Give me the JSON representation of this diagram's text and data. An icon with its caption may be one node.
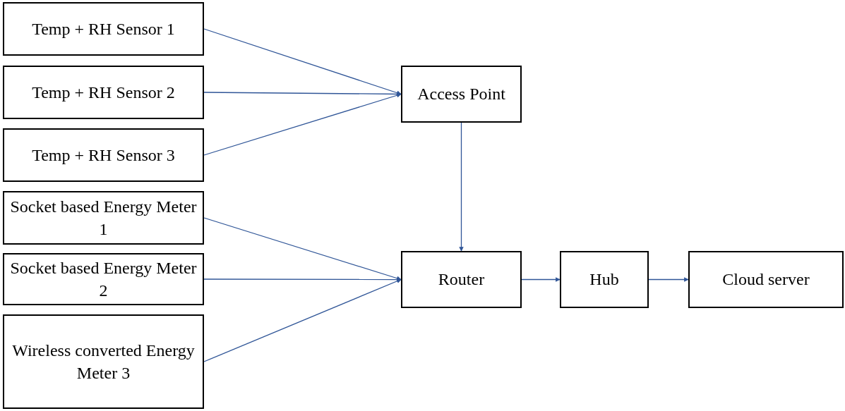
{
  "diagram": {
    "nodes": [
      {
        "text": [
          "Temp + RH Sensor 1"
        ]
      },
      {
        "text": [
          "Temp + RH Sensor 2"
        ]
      },
      {
        "text": [
          "Temp + RH Sensor 3"
        ]
      },
      {
        "text": [
          "Socket based Energy Meter 1"
        ]
      },
      {
        "text": [
          "Socket based Energy Meter 2"
        ]
      },
      {
        "text": [
          "Wireless converted Energy Meter 3"
        ]
      },
      {
        "text": [
          "Access Point"
        ]
      },
      {
        "text": [
          "Router"
        ]
      },
      {
        "text": [
          "Hub"
        ]
      },
      {
        "text": [
          "Cloud server"
        ]
      }
    ],
    "edges": [
      {
        "from": 0,
        "to": 6,
        "arrow": "to"
      },
      {
        "from": 1,
        "to": 6,
        "arrow": "to"
      },
      {
        "from": 2,
        "to": 6,
        "arrow": "to"
      },
      {
        "from": 6,
        "to": 7,
        "arrow": "to"
      },
      {
        "from": 3,
        "to": 7,
        "arrow": "to"
      },
      {
        "from": 4,
        "to": 7,
        "arrow": "to"
      },
      {
        "from": 5,
        "to": 7,
        "arrow": "to"
      },
      {
        "from": 7,
        "to": 8,
        "arrow": "to"
      },
      {
        "from": 8,
        "to": 9,
        "arrow": "to"
      }
    ]
  }
}
